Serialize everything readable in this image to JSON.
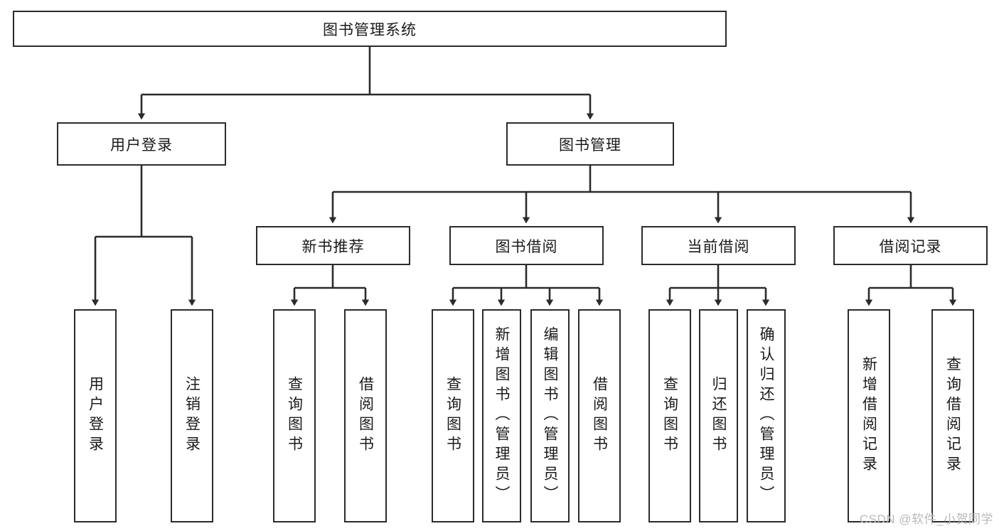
{
  "diagram": {
    "title": "图书管理系统",
    "type": "tree-hierarchy-diagram",
    "watermark": "CSDN @软件_小贺同学",
    "colors": {
      "background": "#ffffff",
      "box_border": "#2b2b2b",
      "box_fill": "#ffffff",
      "text": "#1a1a1a",
      "connector": "#2b2b2b",
      "watermark": "#b9b9b9"
    },
    "nodes": {
      "root": {
        "label": "图书管理系统"
      },
      "level2": [
        {
          "label": "用户登录"
        },
        {
          "label": "图书管理"
        }
      ],
      "level3": [
        {
          "label": "新书推荐"
        },
        {
          "label": "图书借阅"
        },
        {
          "label": "当前借阅"
        },
        {
          "label": "借阅记录"
        }
      ],
      "leaves": [
        {
          "label": "用户登录",
          "parent": "用户登录"
        },
        {
          "label": "注销登录",
          "parent": "用户登录"
        },
        {
          "label": "查询图书",
          "parent": "新书推荐"
        },
        {
          "label": "借阅图书",
          "parent": "新书推荐"
        },
        {
          "label": "查询图书",
          "parent": "图书借阅"
        },
        {
          "label": "新增图书（管理员）",
          "parent": "图书借阅"
        },
        {
          "label": "编辑图书（管理员）",
          "parent": "图书借阅"
        },
        {
          "label": "借阅图书",
          "parent": "图书借阅"
        },
        {
          "label": "查询图书",
          "parent": "当前借阅"
        },
        {
          "label": "归还图书",
          "parent": "当前借阅"
        },
        {
          "label": "确认归还（管理员）",
          "parent": "当前借阅"
        },
        {
          "label": "新增借阅记录",
          "parent": "借阅记录"
        },
        {
          "label": "查询借阅记录",
          "parent": "借阅记录"
        }
      ]
    }
  }
}
